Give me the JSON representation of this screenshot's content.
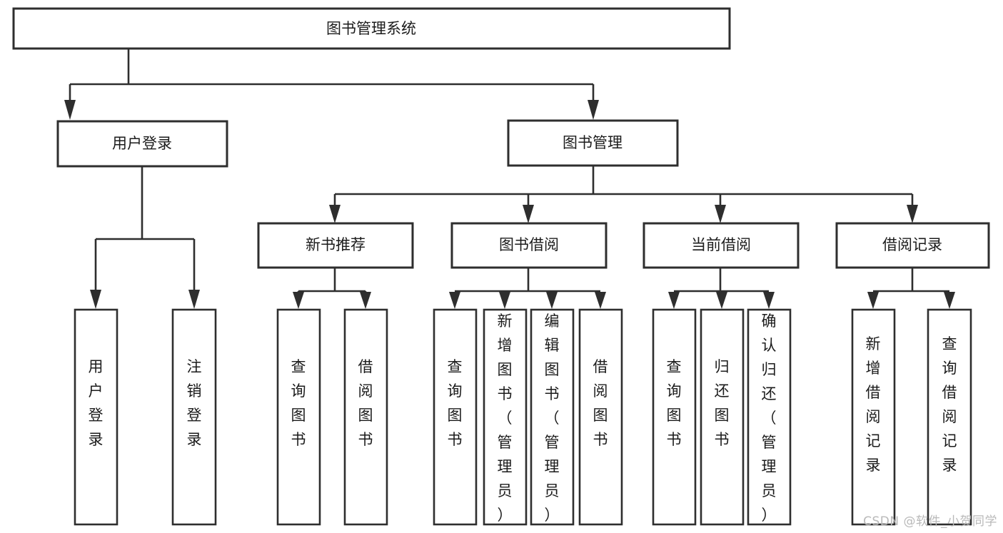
{
  "diagram": {
    "title": "图书管理系统",
    "watermark": "CSDN @软件_小贺同学",
    "orientation": "top-down-tree",
    "colors": {
      "background": "#ffffff",
      "node_fill": "#ffffff",
      "node_stroke": "#2e2e2e",
      "edge": "#2e2e2e",
      "label": "#1b1b1b",
      "watermark": "#b9b9b9"
    },
    "root": {
      "id": "root",
      "label": "图书管理系统",
      "text_orientation": "horizontal"
    },
    "level2": [
      {
        "id": "user-login",
        "label": "用户登录",
        "text_orientation": "horizontal"
      },
      {
        "id": "book-manage",
        "label": "图书管理",
        "text_orientation": "horizontal"
      }
    ],
    "level3": [
      {
        "id": "new-book-recommend",
        "label": "新书推荐",
        "parent": "book-manage",
        "text_orientation": "horizontal"
      },
      {
        "id": "book-borrow",
        "label": "图书借阅",
        "parent": "book-manage",
        "text_orientation": "horizontal"
      },
      {
        "id": "current-borrow",
        "label": "当前借阅",
        "parent": "book-manage",
        "text_orientation": "horizontal"
      },
      {
        "id": "borrow-record",
        "label": "借阅记录",
        "parent": "book-manage",
        "text_orientation": "horizontal"
      }
    ],
    "leaves": [
      {
        "id": "leaf-user-login",
        "label": "用户登录",
        "parent": "user-login",
        "text_orientation": "vertical"
      },
      {
        "id": "leaf-logout",
        "label": "注销登录",
        "parent": "user-login",
        "text_orientation": "vertical"
      },
      {
        "id": "leaf-query-book-1",
        "label": "查询图书",
        "parent": "new-book-recommend",
        "text_orientation": "vertical"
      },
      {
        "id": "leaf-borrow-book-1",
        "label": "借阅图书",
        "parent": "new-book-recommend",
        "text_orientation": "vertical"
      },
      {
        "id": "leaf-query-book-2",
        "label": "查询图书",
        "parent": "book-borrow",
        "text_orientation": "vertical"
      },
      {
        "id": "leaf-add-book",
        "label": "新增图书（管理员）",
        "parent": "book-borrow",
        "text_orientation": "vertical"
      },
      {
        "id": "leaf-edit-book",
        "label": "编辑图书（管理员）",
        "parent": "book-borrow",
        "text_orientation": "vertical"
      },
      {
        "id": "leaf-borrow-book-2",
        "label": "借阅图书",
        "parent": "book-borrow",
        "text_orientation": "vertical"
      },
      {
        "id": "leaf-query-book-3",
        "label": "查询图书",
        "parent": "current-borrow",
        "text_orientation": "vertical"
      },
      {
        "id": "leaf-return-book",
        "label": "归还图书",
        "parent": "current-borrow",
        "text_orientation": "vertical"
      },
      {
        "id": "leaf-confirm-return",
        "label": "确认归还（管理员）",
        "parent": "current-borrow",
        "text_orientation": "vertical"
      },
      {
        "id": "leaf-add-record",
        "label": "新增借阅记录",
        "parent": "borrow-record",
        "text_orientation": "vertical"
      },
      {
        "id": "leaf-query-record",
        "label": "查询借阅记录",
        "parent": "borrow-record",
        "text_orientation": "vertical"
      }
    ]
  }
}
